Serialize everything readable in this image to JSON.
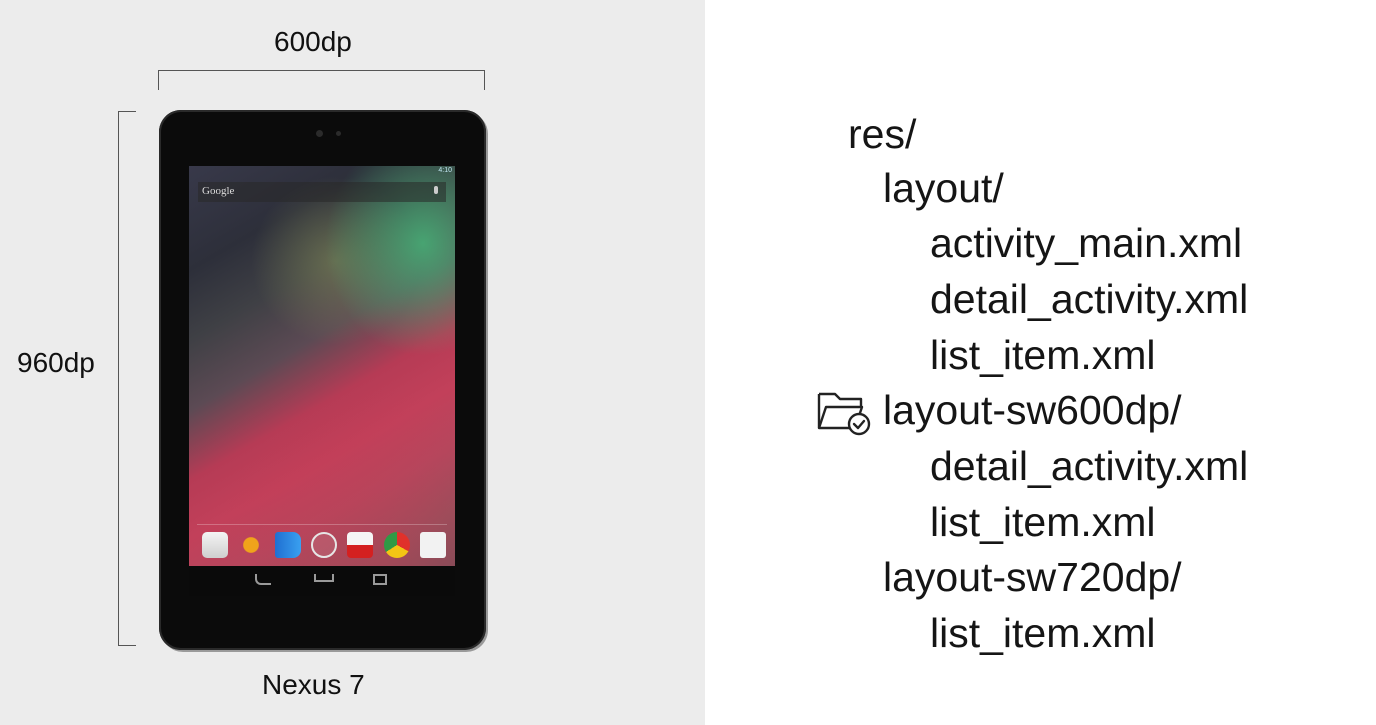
{
  "device": {
    "width_label": "600dp",
    "height_label": "960dp",
    "name": "Nexus 7",
    "screen": {
      "search_label": "Google",
      "status_text": "4:10"
    }
  },
  "tree": {
    "root": "res/",
    "items": [
      "layout/",
      "activity_main.xml",
      "detail_activity.xml",
      "list_item.xml",
      "layout-sw600dp/",
      "detail_activity.xml",
      "list_item.xml",
      "layout-sw720dp/",
      "list_item.xml"
    ]
  },
  "icons": {
    "folder": "folder-check-icon",
    "apps": [
      "play-store-icon",
      "play-music-icon",
      "play-books-icon",
      "app-drawer-icon",
      "youtube-icon",
      "chrome-icon",
      "gmail-icon"
    ]
  }
}
